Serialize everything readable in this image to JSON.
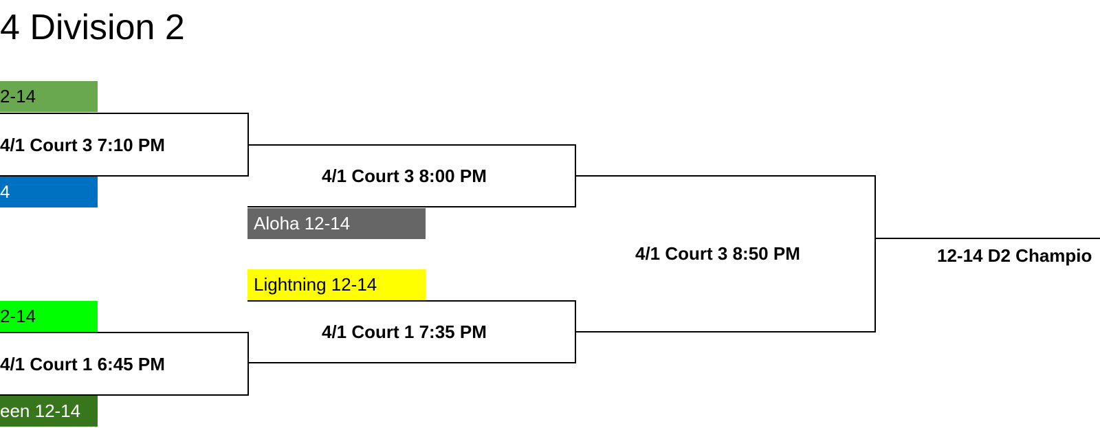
{
  "title": "4 Division 2",
  "teams": {
    "r1_top_a": {
      "label": "2-14",
      "color": "#6aa84f"
    },
    "r1_top_b": {
      "label": "4",
      "color": "#0070c0"
    },
    "aloha": {
      "label": "Aloha 12-14",
      "color": "#666666"
    },
    "lightning": {
      "label": "Lightning 12-14",
      "color": "#ffff00"
    },
    "r1_bot_a": {
      "label": "2-14",
      "color": "#00ff00"
    },
    "r1_bot_b": {
      "label": "een 12-14",
      "color": "#38761d"
    }
  },
  "games": {
    "g1": "4/1 Court 3 7:10 PM",
    "g2": "4/1 Court 1 6:45 PM",
    "g3": "4/1 Court 3 8:00 PM",
    "g4": "4/1 Court 1 7:35 PM",
    "g5": "4/1 Court 3 8:50 PM",
    "champion": "12-14 D2 Champio"
  }
}
